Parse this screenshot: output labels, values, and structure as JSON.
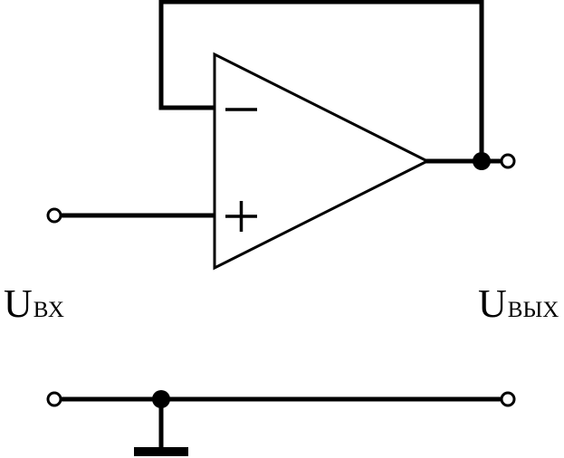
{
  "labels": {
    "input": {
      "main": "U",
      "sub": "ВХ"
    },
    "output": {
      "main": "U",
      "sub": "ВЫХ"
    }
  },
  "amplifier": {
    "inverting_sign": "−",
    "non_inverting_sign": "+"
  },
  "colors": {
    "line": "#000000",
    "background": "#ffffff"
  }
}
